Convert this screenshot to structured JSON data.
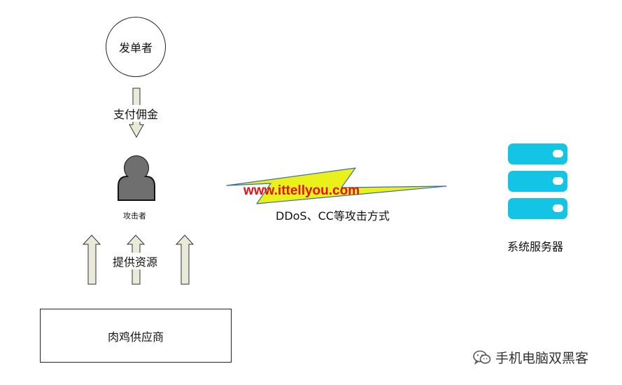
{
  "nodes": {
    "client": "发单者",
    "attacker": "攻击者",
    "broiler_supplier": "肉鸡供应商",
    "server": "系统服务器"
  },
  "edges": {
    "pay_commission": "支付佣金",
    "provide_resources": "提供资源",
    "attack_method": "DDoS、CC等攻击方式"
  },
  "watermark": "www.ittellyou.com",
  "footer": {
    "brand": "手机电脑双黑客",
    "icon": "wechat-icon"
  },
  "colors": {
    "arrow_fill": "#e9ead8",
    "lightning_fill": "#eaf11a",
    "lightning_stroke": "#3a6fa6",
    "server": "#14c4e4",
    "person": "#6f6f6f",
    "watermark": "#e0121a"
  }
}
